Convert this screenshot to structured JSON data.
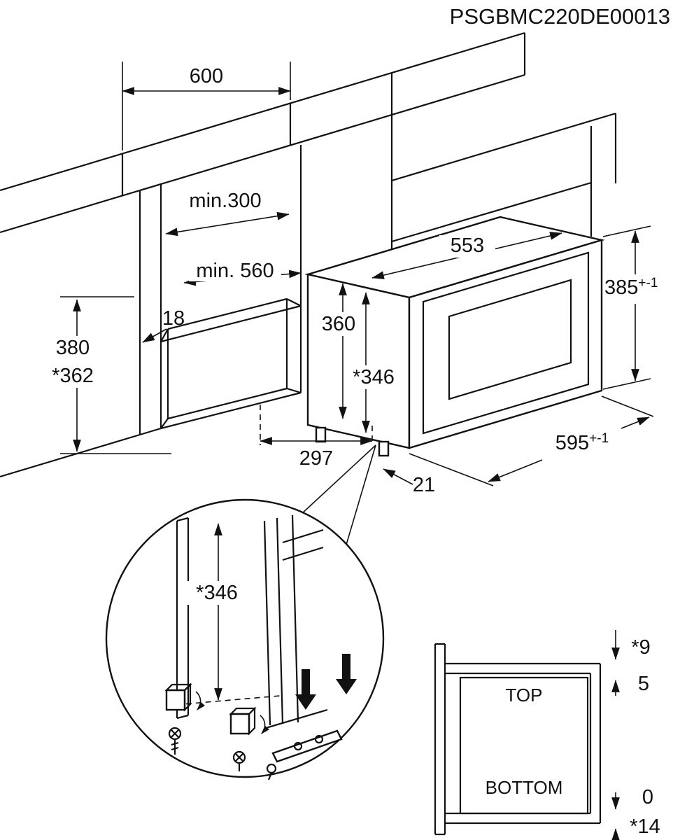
{
  "title": "PSGBMC220DE00013",
  "main_view": {
    "dim_cabinet_width": "600",
    "dim_min_depth": "min.300",
    "dim_min_width": "min. 560",
    "dim_panel_thickness": "18",
    "dim_niche_height": "380",
    "dim_niche_height_alt": "*362",
    "dim_oven_depth": "553",
    "dim_oven_body_height": "360",
    "dim_oven_body_height_alt": "*346",
    "dim_oven_height": "385",
    "dim_oven_height_tol": "+-1",
    "dim_oven_width": "595",
    "dim_oven_width_tol": "+-1",
    "dim_center": "297",
    "dim_door_overhang": "21"
  },
  "detail_view": {
    "dim_height": "*346"
  },
  "schematic_view": {
    "label_top": "TOP",
    "label_bottom": "BOTTOM",
    "dim_top_clearance": "*9",
    "dim_top_gap": "5",
    "dim_bottom_gap": "0",
    "dim_bottom_clearance": "*14"
  }
}
